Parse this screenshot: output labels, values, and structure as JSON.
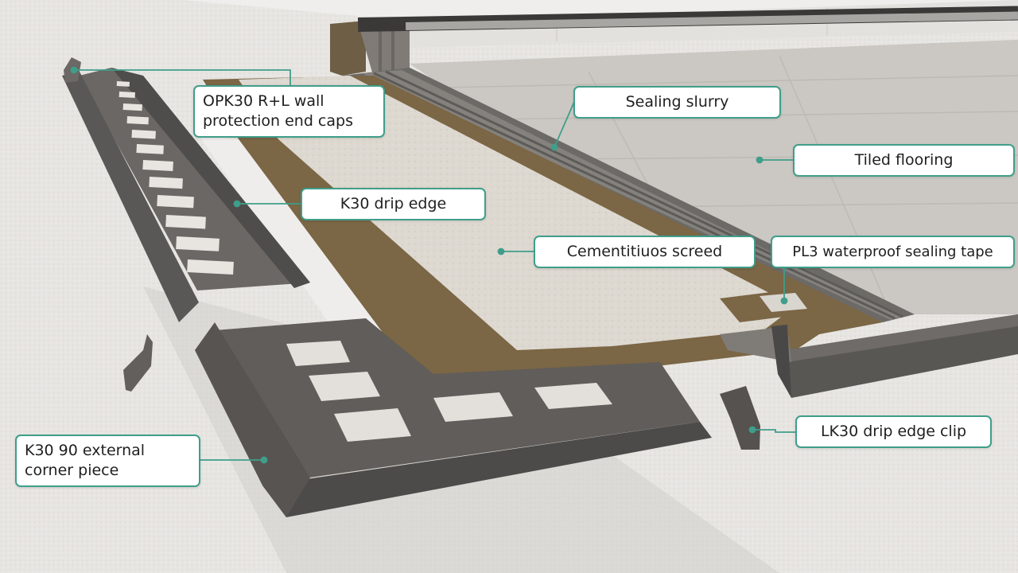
{
  "colors": {
    "accent": "#3f9e8a",
    "metal": "#5b5855",
    "membrane": "#7a6646",
    "screed": "#dcd7cf",
    "tile": "#cfccc8",
    "wall": "#e6e4e1"
  },
  "callouts": {
    "end_caps": {
      "line1": "OPK30 R+L wall",
      "line2": "protection end caps"
    },
    "sealing_slurry": "Sealing slurry",
    "tiled_flooring": "Tiled flooring",
    "drip_edge": "K30 drip edge",
    "screed": "Cementitiuos screed",
    "sealing_tape": "PL3 waterproof sealing tape",
    "drip_clip": "LK30 drip edge clip",
    "corner_piece": {
      "line1": "K30 90 external",
      "line2": "corner piece"
    }
  }
}
